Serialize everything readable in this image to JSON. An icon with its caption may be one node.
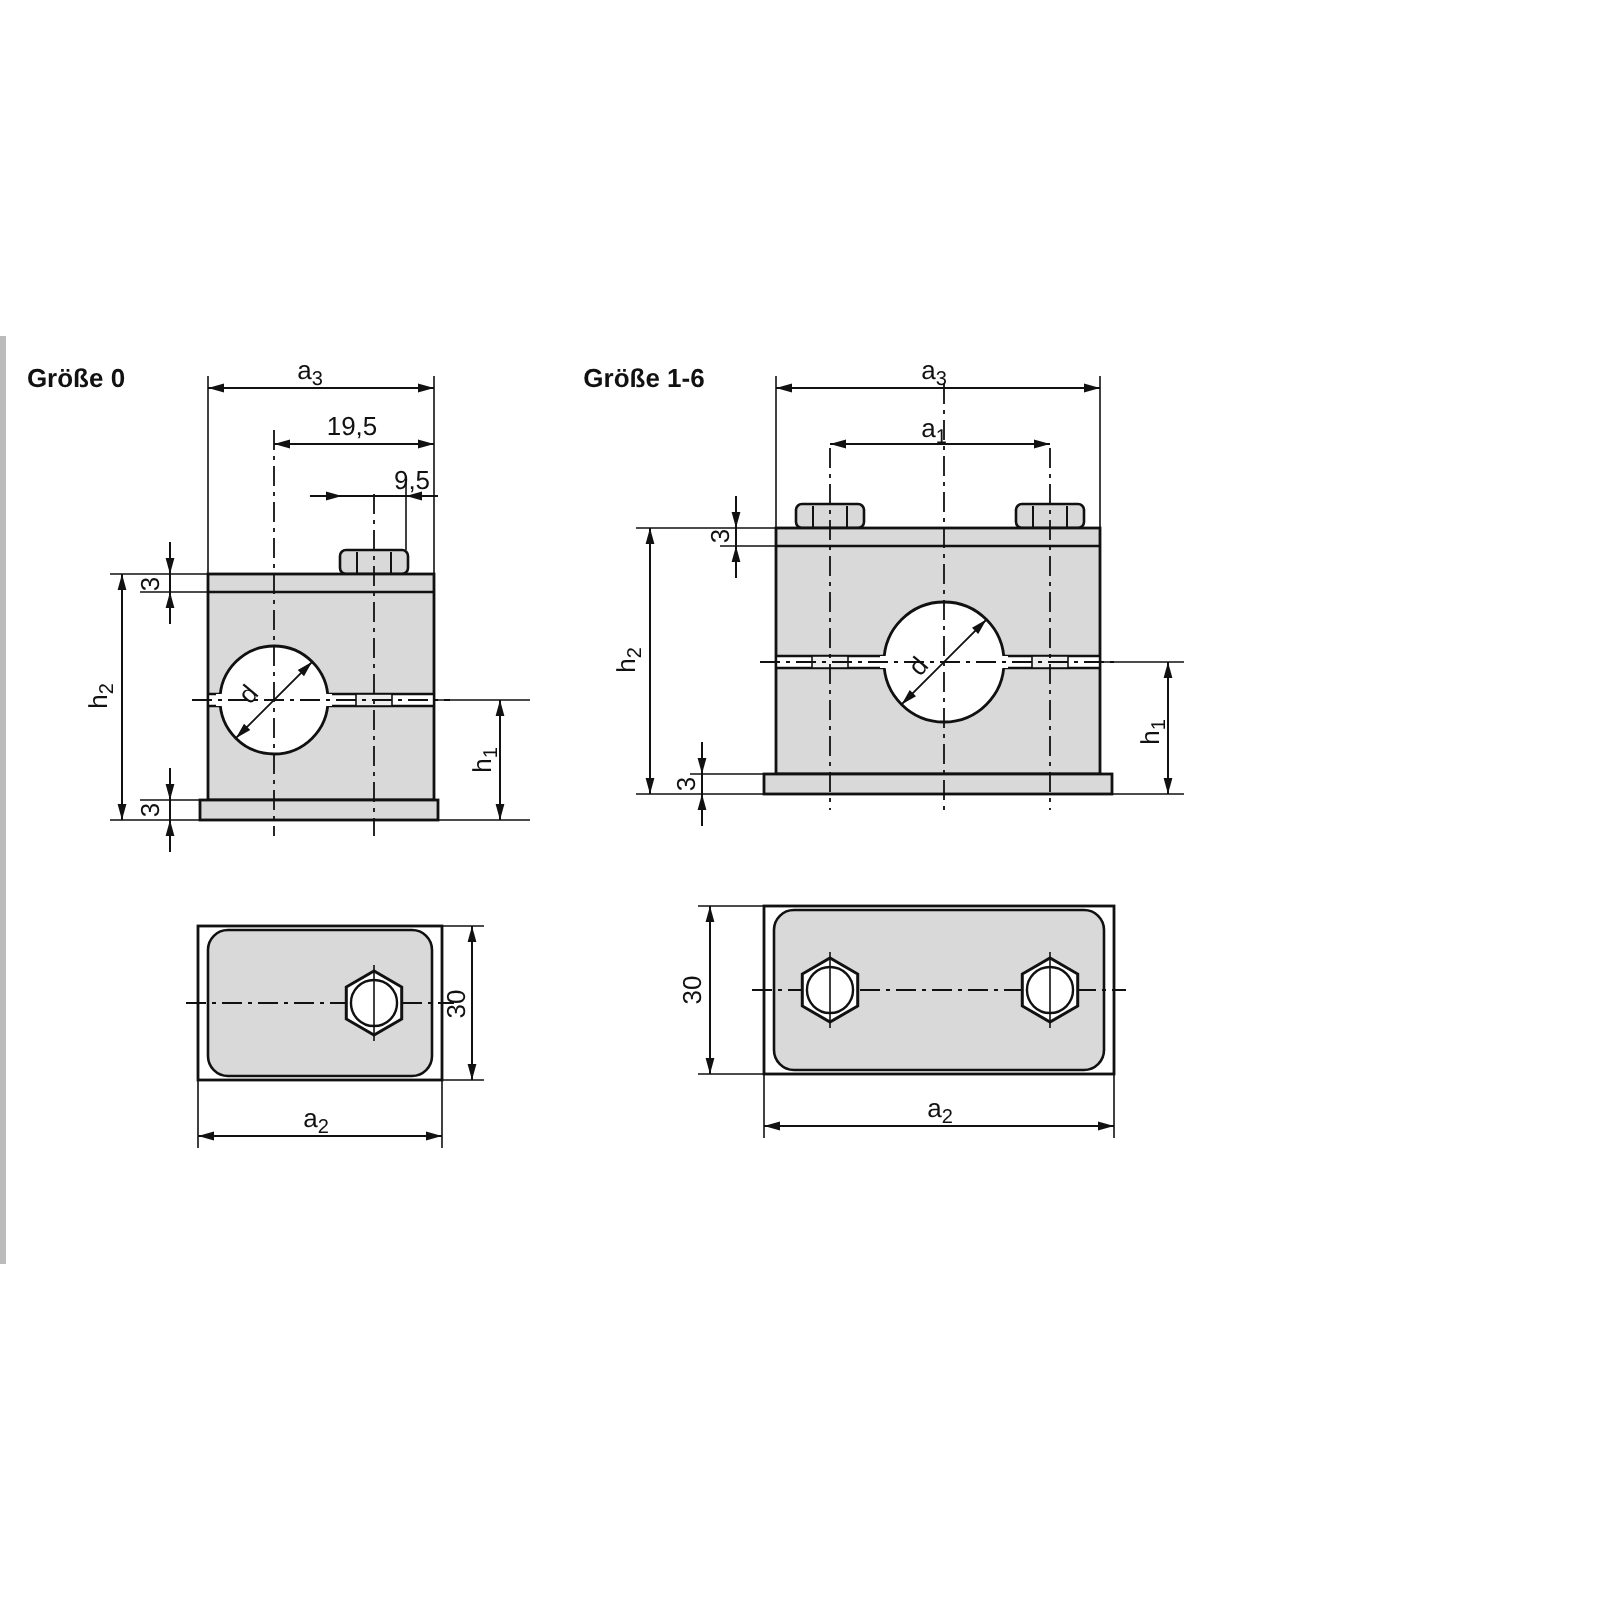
{
  "diagram": {
    "labels": [
      "Größe 0",
      "a$_{3}$",
      "19,5",
      "9,5",
      "3",
      "h$_{2}$",
      "d",
      "h$_{1}$",
      "3",
      "Größe 1-6",
      "a$_{3}$",
      "a$_{1}$",
      "3",
      "h$_{2}$",
      "d",
      "h$_{1}$",
      "3",
      "30",
      "a$_{2}$",
      "30",
      "a$_{2}$"
    ]
  }
}
